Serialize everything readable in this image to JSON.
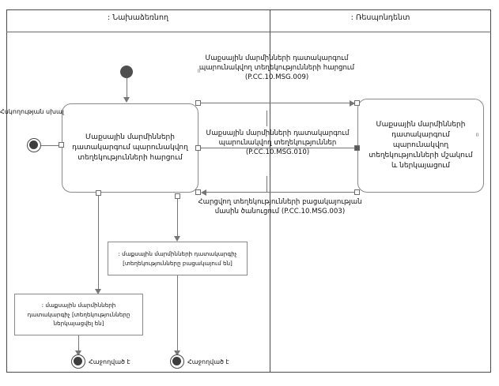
{
  "diagram": {
    "type": "uml-activity-diagram",
    "partitions": [
      {
        "id": "initiator",
        "label": ": Նախաձեռնող"
      },
      {
        "id": "responder",
        "label": ": Ռեսպոնդենտ"
      }
    ],
    "activities": [
      {
        "id": "act-initiator",
        "label": "Մաքսային մարմինների դատակարգում պարունակվող տեղեկությունների հարցում"
      },
      {
        "id": "act-responder",
        "label": "Մաքսային մարմինների դատակարգում պարունակվող տեղեկությունների մշակում և ներկայացում"
      }
    ],
    "messages": [
      {
        "id": "msg-009",
        "direction": "initiator-to-responder",
        "text": "Մաքսային մարմինների դատակարգում պարունակվող տեղեկությունների հարցում",
        "code": "(P.CC.10.MSG.009)"
      },
      {
        "id": "msg-010",
        "direction": "responder-to-initiator",
        "text": "Մաքսային մարմինների դատակարգում պարունակվող տեղեկություններ (P.CC.10.MSG.010)",
        "code": "P.CC.10.MSG.010"
      },
      {
        "id": "msg-003",
        "direction": "responder-to-initiator",
        "text": "Հարցվող տեղեկությունների բացակայության մասին ծանուցում (P.CC.10.MSG.003)",
        "code": "P.CC.10.MSG.003"
      }
    ],
    "object_nodes": [
      {
        "id": "obj-missing",
        "label": ": մաքսային մարմինների դատակարգիչ [տեղեկությունները բացակայում են]"
      },
      {
        "id": "obj-provided",
        "label": ": մաքսային մարմինների դատակարգիչ [տեղեկությունները ներկայացվել են]"
      }
    ],
    "terminal_nodes": [
      {
        "id": "flow-final-error",
        "label": "Հսկողության սխալ",
        "kind": "flow-final"
      },
      {
        "id": "activity-final-1",
        "label": "Հաջողված է",
        "kind": "activity-final"
      },
      {
        "id": "activity-final-2",
        "label": "Հաջողված է",
        "kind": "activity-final"
      }
    ],
    "initial_node": {
      "id": "initial-node",
      "label": ""
    },
    "marks": {
      "pin-mark-top": "⌷",
      "pin-mark-right": "⌷"
    }
  }
}
